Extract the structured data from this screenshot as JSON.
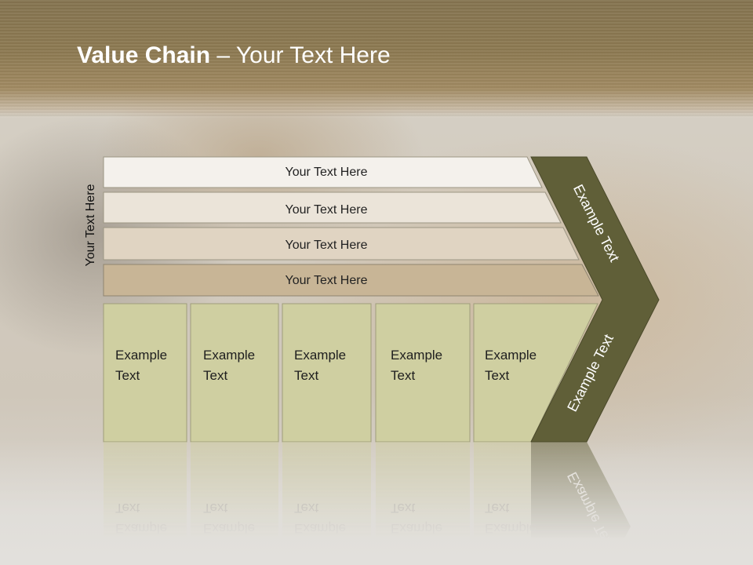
{
  "title": {
    "bold": "Value Chain",
    "rest": " – Your Text Here"
  },
  "side_label": "Your Text Here",
  "support_rows": [
    "Your Text Here",
    "Your Text Here",
    "Your Text Here",
    "Your Text Here"
  ],
  "primary_boxes": [
    [
      "Example",
      "Text"
    ],
    [
      "Example",
      "Text"
    ],
    [
      "Example",
      "Text"
    ],
    [
      "Example",
      "Text"
    ],
    [
      "Example",
      "Text"
    ]
  ],
  "chevron": {
    "upper_label": "Example Text",
    "lower_label": "Example Text"
  },
  "colors": {
    "header": "#8b7851",
    "row_fills": [
      "#f4f1ec",
      "#ebe4d9",
      "#e0d4c2",
      "#c8b596"
    ],
    "box_fill": "#cfcfa1",
    "chevron_fill": "#605f38"
  }
}
